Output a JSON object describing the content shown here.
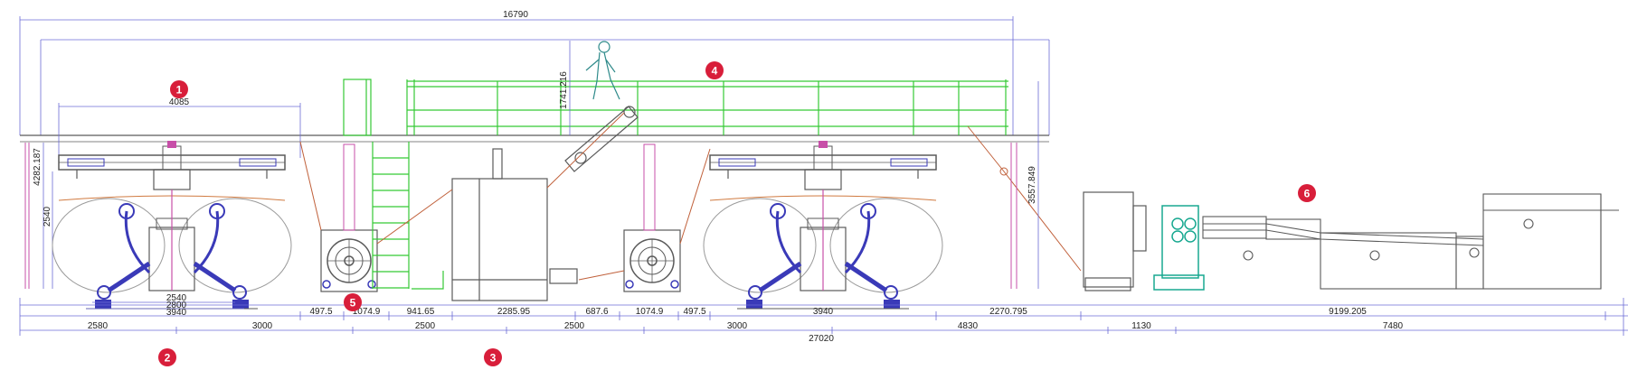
{
  "colors": {
    "dim": "#6b6bd6",
    "machine": "#5a5a5a",
    "platform": "#35c935",
    "web": "#c0603a",
    "badge": "#d81e3a",
    "accent": "#3a3ab8"
  },
  "badges": [
    "1",
    "2",
    "3",
    "4",
    "5",
    "6"
  ],
  "dims": {
    "total_top": "16790",
    "unwinder_width": "4085",
    "platform_height": "1741.216",
    "left_height": "4282.187",
    "left_mid_height": "2540",
    "right_height": "3557.849",
    "inner_2540": "2540",
    "inner_2800": "2800",
    "inner_3940_left": "3940",
    "seg_497_left": "497.5",
    "seg_1074_left": "1074.9",
    "seg_941": "941.65",
    "seg_2285": "2285.95",
    "seg_687": "687.6",
    "seg_1074_right": "1074.9",
    "seg_497_right": "497.5",
    "seg_3940_right": "3940",
    "seg_2270": "2270.795",
    "seg_9199": "9199.205",
    "b_2580": "2580",
    "b_3000_left": "3000",
    "b_2500_left": "2500",
    "b_2500_right": "2500",
    "b_3000_right": "3000",
    "b_4830": "4830",
    "b_1130": "1130",
    "b_7480": "7480",
    "total_bottom": "27020"
  }
}
